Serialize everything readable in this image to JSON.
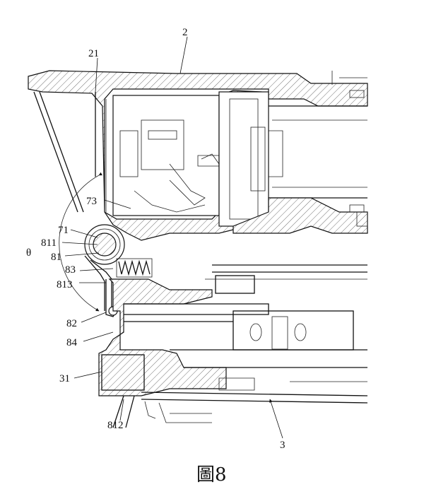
{
  "figure": {
    "caption": "圖8"
  },
  "labels": {
    "l2": "2",
    "l21": "21",
    "l73": "73",
    "l71": "71",
    "l811": "811",
    "theta": "θ",
    "l81": "81",
    "l83": "83",
    "l813": "813",
    "l82": "82",
    "l84": "84",
    "l31": "31",
    "l812": "812",
    "l3": "3"
  }
}
